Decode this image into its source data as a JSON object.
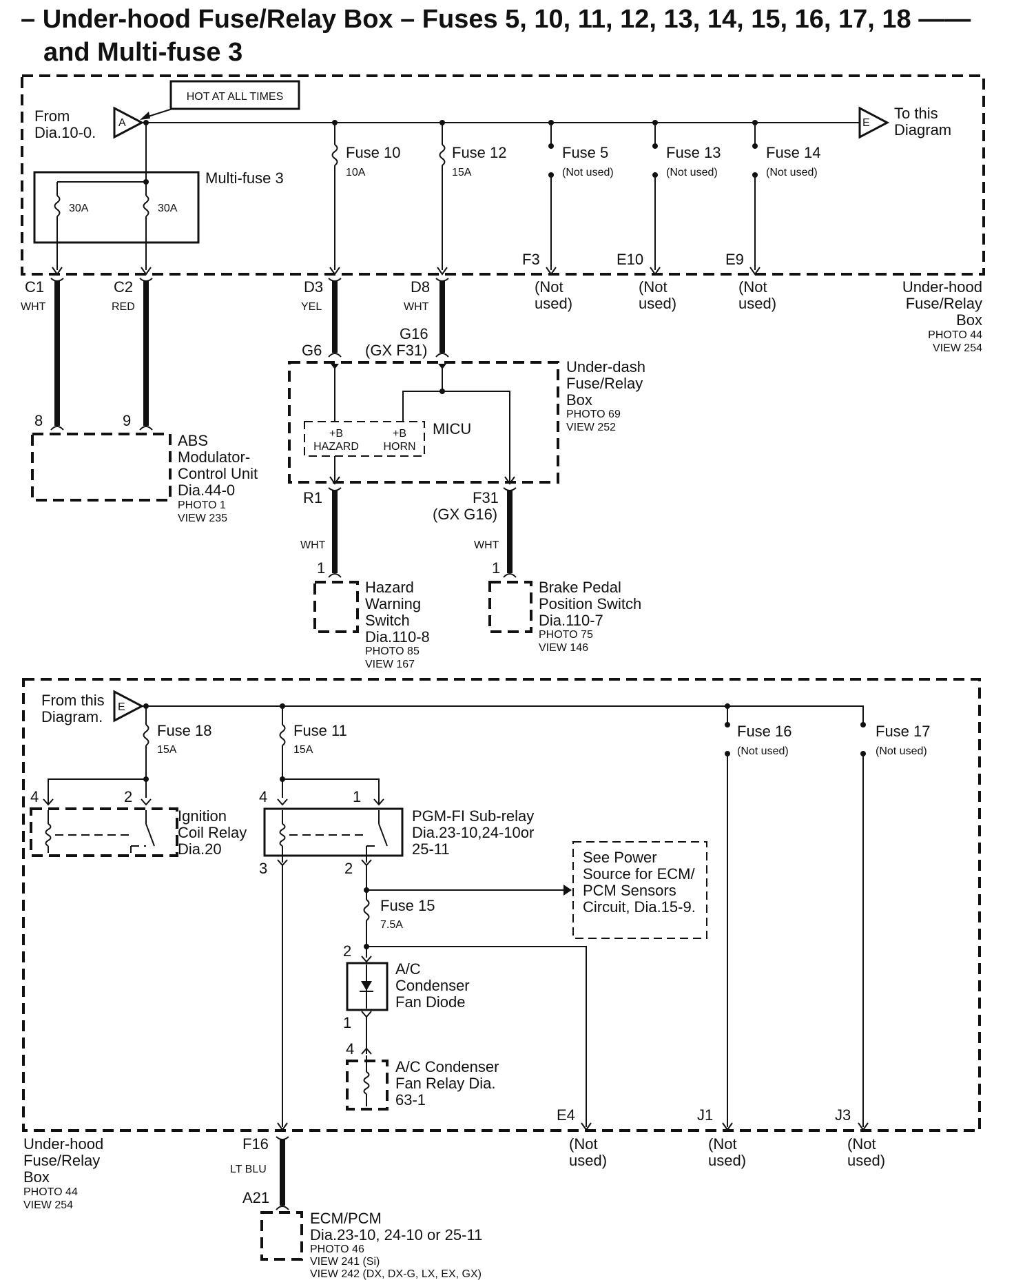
{
  "title": {
    "line1": "– Under-hood Fuse/Relay Box – Fuses 5, 10, 11, 12, 13, 14, 15, 16, 17, 18 ——",
    "line2": "and Multi-fuse 3"
  },
  "top_section": {
    "hot_label": "HOT AT ALL TIMES",
    "from_line1": "From",
    "from_line2": "Dia.10-0.",
    "connector_a": "A",
    "connector_e": "E",
    "to_line1": "To this",
    "to_line2": "Diagram",
    "multifuse": {
      "label": "Multi-fuse 3",
      "left_rating": "30A",
      "right_rating": "30A"
    },
    "fuses": [
      {
        "name": "Fuse 10",
        "rating": "10A"
      },
      {
        "name": "Fuse 12",
        "rating": "15A"
      },
      {
        "name": "Fuse 5",
        "rating": "(Not used)"
      },
      {
        "name": "Fuse 13",
        "rating": "(Not used)"
      },
      {
        "name": "Fuse 14",
        "rating": "(Not used)"
      }
    ],
    "unused_terminals": [
      "F3",
      "E10",
      "E9"
    ],
    "not_used_line1": "(Not",
    "not_used_line2": "used)",
    "box_label": [
      "Under-hood",
      "Fuse/Relay",
      "Box"
    ],
    "box_photo": "PHOTO 44",
    "box_view": "VIEW 254",
    "terminals": [
      {
        "id": "C1",
        "color": "WHT"
      },
      {
        "id": "C2",
        "color": "RED"
      },
      {
        "id": "D3",
        "color": "YEL"
      },
      {
        "id": "D8",
        "color": "WHT"
      }
    ],
    "abs": {
      "pin_left": "8",
      "pin_right": "9",
      "lines": [
        "ABS",
        "Modulator-",
        "Control Unit",
        "Dia.44-0"
      ],
      "photo": "PHOTO 1",
      "view": "VIEW 235"
    },
    "underdash": {
      "in_left": "G6",
      "in_right_line1": "G16",
      "in_right_line2": "(GX F31)",
      "lines": [
        "Under-dash",
        "Fuse/Relay",
        "Box"
      ],
      "photo": "PHOTO 69",
      "view": "VIEW 252",
      "micu": "MICU",
      "hazard_b": "+B",
      "hazard": "HAZARD",
      "horn_b": "+B",
      "horn": "HORN",
      "out_left": "R1",
      "out_right_line1": "F31",
      "out_right_line2": "(GX G16)",
      "out_left_color": "WHT",
      "out_right_color": "WHT"
    },
    "hazard_switch": {
      "pin": "1",
      "lines": [
        "Hazard",
        "Warning",
        "Switch",
        "Dia.110-8"
      ],
      "photo": "PHOTO 85",
      "view": "VIEW 167"
    },
    "brake_switch": {
      "pin": "1",
      "lines": [
        "Brake Pedal",
        "Position Switch",
        "Dia.110-7"
      ],
      "photo": "PHOTO 75",
      "view": "VIEW 146"
    }
  },
  "bottom_section": {
    "from_line1": "From this",
    "from_line2": "Diagram.",
    "connector_e": "E",
    "fuse18": {
      "name": "Fuse 18",
      "rating": "15A"
    },
    "fuse11": {
      "name": "Fuse 11",
      "rating": "15A"
    },
    "fuse16": {
      "name": "Fuse 16",
      "rating": "(Not used)"
    },
    "fuse17": {
      "name": "Fuse 17",
      "rating": "(Not used)"
    },
    "fuse15": {
      "name": "Fuse 15",
      "rating": "7.5A"
    },
    "ignition_relay": {
      "pin_a": "4",
      "pin_b": "2",
      "lines": [
        "Ignition",
        "Coil Relay",
        "Dia.20"
      ]
    },
    "pgm_relay": {
      "pin_4": "4",
      "pin_1": "1",
      "pin_3": "3",
      "pin_2": "2",
      "lines": [
        "PGM-FI Sub-relay",
        "Dia.23-10,24-10or",
        "25-11"
      ]
    },
    "see_power": [
      "See Power",
      "Source for ECM/",
      "PCM Sensors",
      "Circuit, Dia.15-9."
    ],
    "diode": {
      "pin_top": "2",
      "pin_bottom": "1",
      "lines": [
        "A/C",
        "Condenser",
        "Fan Diode"
      ]
    },
    "fan_relay": {
      "pin": "4",
      "lines": [
        "A/C Condenser",
        "Fan Relay Dia.",
        "63-1"
      ]
    },
    "unused_terminals": [
      "E4",
      "J1",
      "J3"
    ],
    "not_used_line1": "(Not",
    "not_used_line2": "used)",
    "box_label": [
      "Under-hood",
      "Fuse/Relay",
      "Box"
    ],
    "box_photo": "PHOTO 44",
    "box_view": "VIEW 254",
    "f16": {
      "id": "F16",
      "color": "LT BLU"
    },
    "ecm": {
      "pin": "A21",
      "lines": [
        "ECM/PCM",
        "Dia.23-10, 24-10 or 25-11"
      ],
      "photo": "PHOTO 46",
      "view1": "VIEW 241 (Si)",
      "view2": "VIEW 242 (DX, DX-G, LX, EX, GX)"
    }
  }
}
